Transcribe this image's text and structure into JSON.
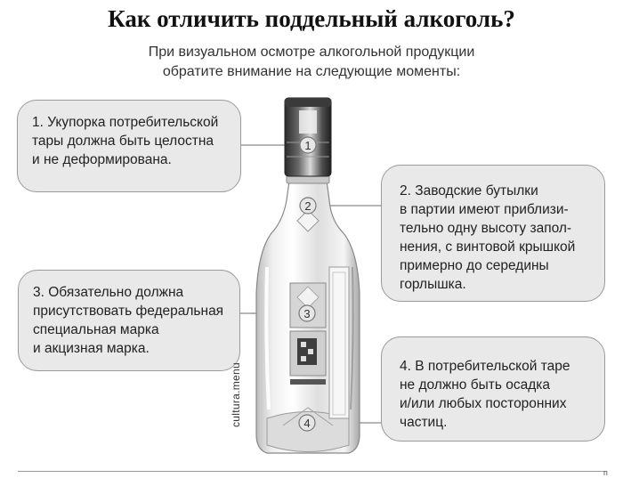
{
  "header": {
    "title": "Как отличить поддельный алкоголь?",
    "subtitle": "При визуальном осмотре алкогольной продукции\nобратите внимание на следующие моменты:"
  },
  "callouts": [
    {
      "number": "1",
      "text": "1. Укупорка потребительской\nтары должна быть целостна\nи не деформирована."
    },
    {
      "number": "2",
      "text": "2. Заводские бутылки\nв партии имеют приблизи-\nтельно одну высоту запол-\nнения, с винтовой крышкой\nпримерно до середины\nгорлышка."
    },
    {
      "number": "3",
      "text": "3. Обязательно должна\nприсутствовать федеральная\nспециальная марка\nи акцизная марка."
    },
    {
      "number": "4",
      "text": "4. В потребительской таре\nне должно быть осадка\nи/или любых посторонних\nчастиц."
    }
  ],
  "watermark": "cultura.menu",
  "corner_mark": "п"
}
